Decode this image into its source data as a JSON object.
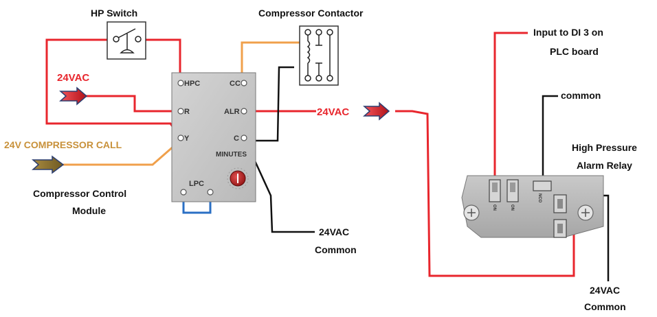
{
  "labels": {
    "hp_switch": "HP Switch",
    "compressor_contactor": "Compressor Contactor",
    "input_di3_line1": "Input to DI 3 on",
    "input_di3_line2": "PLC board",
    "common_top": "common",
    "hp_alarm_line1": "High Pressure",
    "hp_alarm_line2": "Alarm Relay",
    "v24_left": "24VAC",
    "v24_mid": "24VAC",
    "compressor_call": "24V COMPRESSOR CALL",
    "ccm_line1": "Compressor Control",
    "ccm_line2": "Module",
    "common_mid_line1": "24VAC",
    "common_mid_line2": "Common",
    "common_right_line1": "24VAC",
    "common_right_line2": "Common"
  },
  "module_terminals": {
    "hpc": "HPC",
    "cc_top": "CC",
    "r": "R",
    "alr": "ALR",
    "y": "Y",
    "c": "C",
    "minutes": "MINUTES",
    "lpc": "LPC"
  },
  "relay_labels": {
    "on1": "ON",
    "on2": "ON",
    "nco": "NCO"
  },
  "colors": {
    "red_wire": "#e8262d",
    "orange_wire": "#f0a04b",
    "black_wire": "#111111",
    "blue_wire": "#2a6fc4",
    "module_fill": "#c7c7c7",
    "relay_fill": "#b8b8b8",
    "call_text": "#c8913a",
    "voltage_text": "#e8262d"
  }
}
